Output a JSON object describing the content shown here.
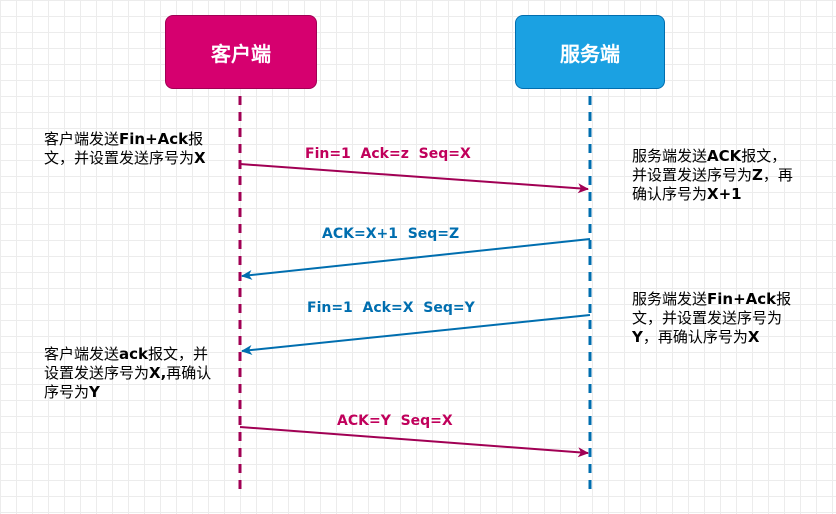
{
  "actors": {
    "client": "客户端",
    "server": "服务端"
  },
  "colors": {
    "client": "#d6006f",
    "server": "#1ba1e2",
    "client_line": "#a10054",
    "server_line": "#006eaf"
  },
  "messages": [
    {
      "label": "Fin=1  Ack=z  Seq=X",
      "from": "client",
      "to": "server"
    },
    {
      "label": "ACK=X+1  Seq=Z",
      "from": "server",
      "to": "client"
    },
    {
      "label": "Fin=1  Ack=X  Seq=Y",
      "from": "server",
      "to": "client"
    },
    {
      "label": "ACK=Y  Seq=X",
      "from": "client",
      "to": "server"
    }
  ],
  "notes": {
    "client_1": [
      "客户端发送",
      "Fin+Ack",
      "报文，并设置发送序号为",
      "X"
    ],
    "server_1": [
      "服务端发送",
      "ACK",
      "报文，并设置发送序号为",
      "Z",
      "，再确认序号为",
      "X+1"
    ],
    "server_2": [
      "服务端发送",
      "Fin+Ack",
      "报文，并设置发送序号为",
      "Y",
      "，再确认序号为",
      "X"
    ],
    "client_2": [
      "客户端发送",
      "ack",
      "报文，并设置发送序号为",
      "X,",
      "再确认序号为",
      "Y"
    ]
  }
}
